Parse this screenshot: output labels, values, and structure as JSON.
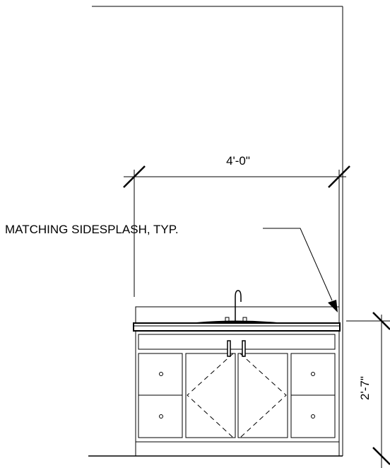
{
  "annotations": {
    "width_dimension": "4'-0\"",
    "height_dimension": "2'-7\"",
    "leader_note": "MATCHING SIDESPLASH, TYP."
  }
}
